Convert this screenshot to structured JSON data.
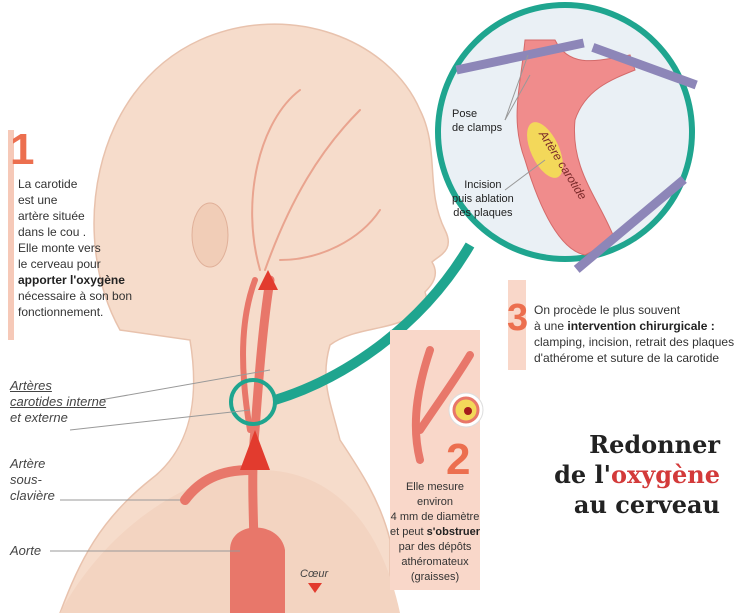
{
  "title": {
    "line1": "Redonner",
    "line2_pre": "de l'",
    "line2_accent": "oxygène",
    "line3": "au cerveau"
  },
  "step1": {
    "number": "1",
    "lines": [
      "La carotide",
      "est une",
      "artère située",
      "dans le cou .",
      "Elle monte vers",
      "le cerveau pour"
    ],
    "bold": "apporter l'oxygène",
    "rest": [
      "nécessaire à son bon",
      "fonctionnement."
    ]
  },
  "step2": {
    "number": "2",
    "l1": "Elle mesure environ",
    "l2": "4 mm de diamètre",
    "l3_pre": "et peut ",
    "l3_bold": "s'obstruer",
    "l4": "par des dépôts",
    "l5": "athéromateux",
    "l6": "(graisses)"
  },
  "step3": {
    "number": "3",
    "l1": "On procède le plus souvent",
    "l2_pre": "à une ",
    "l2_bold": "intervention chirurgicale :",
    "l3": "clamping, incision, retrait des plaques",
    "l4": "d'athérome et suture de la carotide"
  },
  "labels": {
    "carotides": [
      "Artères",
      "carotides interne",
      "et externe"
    ],
    "sousclaviere": [
      "Artère",
      "sous-",
      "clavière"
    ],
    "aorte": "Aorte",
    "coeur": "Cœur"
  },
  "zoom": {
    "clamps": [
      "Pose",
      "de clamps"
    ],
    "incision": [
      "Incision",
      "puis ablation",
      "des plaques"
    ],
    "artery": "Artère carotide"
  },
  "colors": {
    "accent": "#ec6f4f",
    "teal": "#1fa58f",
    "skin": "#f6d9c8",
    "artery": "#e8776a",
    "title_accent": "#d33a3a"
  }
}
